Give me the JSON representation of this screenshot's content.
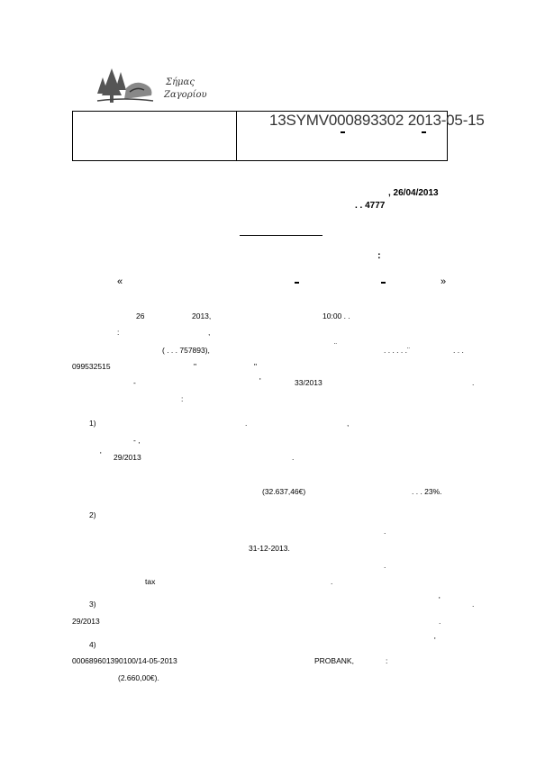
{
  "logo": {
    "text_line1": "Σήμας",
    "text_line2": "Ζαγορίου"
  },
  "ada_code": "13SYMV000893302 2013-05-15",
  "header": {
    "date": ", 26/04/2013",
    "ref": ".    .    4777"
  },
  "subject_colon": ":",
  "quotes": {
    "open": "«",
    "close": "»"
  },
  "para1": {
    "day": "26",
    "year": "2013,",
    "time": "10:00  .  .",
    "colon": ":",
    "comma": ",",
    "afm_paren": "(   .   .   .   757893),",
    "mark1": "¨",
    "dots": ".   .   .   .   .   .¨",
    "dots_end": ".   .   .",
    "number": "099532515",
    "q_open": "\"",
    "q_close": "\"",
    "dash": "-",
    "apos": "'",
    "decision": "33/2013",
    "period": ".",
    "colon2": ":"
  },
  "item1": {
    "num": "1)",
    "dot": ".",
    "comma": ",",
    "dash_comma": "-          ,",
    "apos": "'",
    "decision": "29/2013",
    "period": ".",
    "amount": "(32.637,46€)",
    "vat": ".   .   .   23%."
  },
  "item2": {
    "num": "2)",
    "period": ".",
    "date": "31-12-2013.",
    "period2": ".",
    "tax": "tax",
    "period3": "."
  },
  "item3": {
    "num": "3)",
    "apos": "'",
    "period_end": ".",
    "decision": "29/2013",
    "period": "."
  },
  "item4": {
    "num": "4)",
    "apos": "'",
    "guarantee": "000689601390100/14-05-2013",
    "bank": "PROBANK,",
    "colon": ":",
    "amount": "(2.660,00€)."
  }
}
